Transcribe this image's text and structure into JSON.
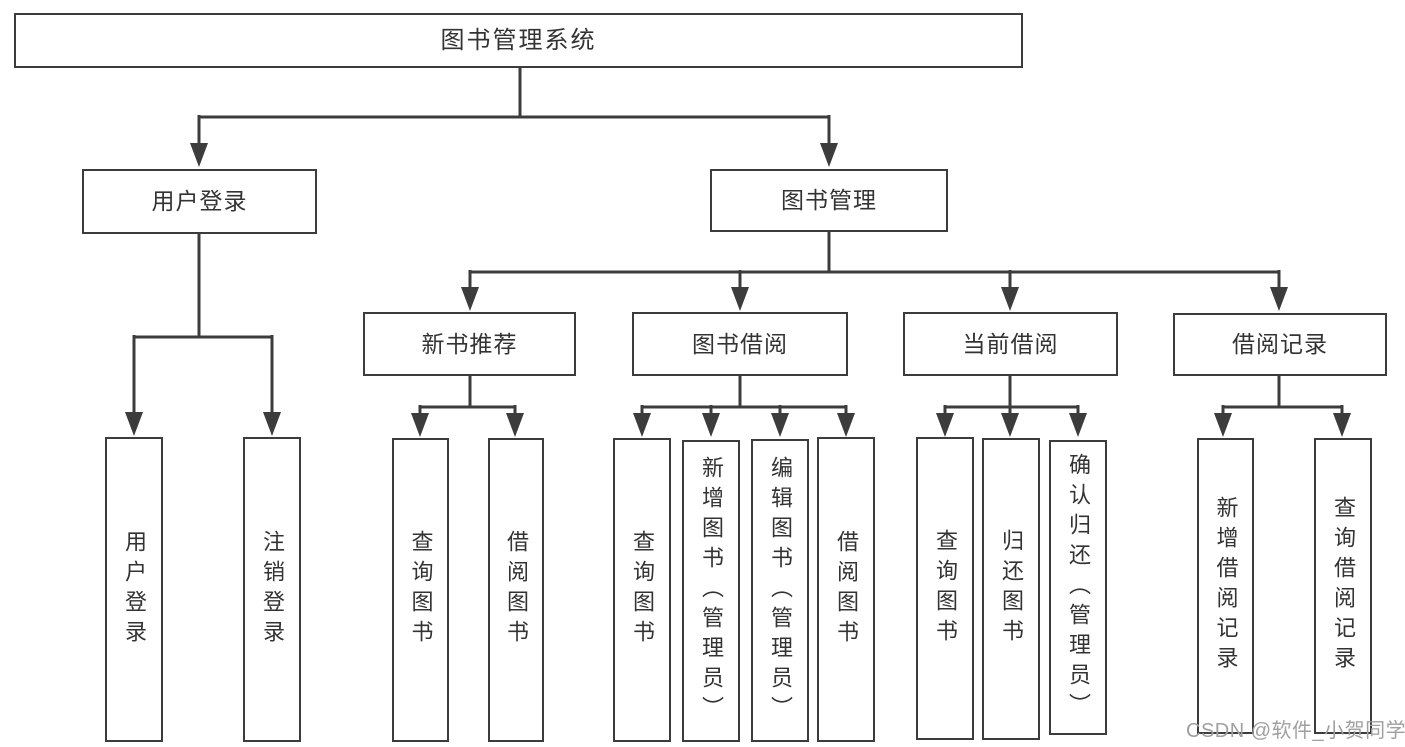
{
  "diagram": {
    "type": "hierarchy-tree",
    "background": "#ffffff",
    "line_color": "#3c3c3c",
    "text_color": "#333333",
    "watermark": {
      "text": "CSDN @软件_小贺同学",
      "color": "#a0a0a0"
    },
    "tree": {
      "label": "图书管理系统",
      "children": [
        {
          "label": "用户登录",
          "children": [
            {
              "label": "用户登录"
            },
            {
              "label": "注销登录"
            }
          ]
        },
        {
          "label": "图书管理",
          "children": [
            {
              "label": "新书推荐",
              "children": [
                {
                  "label": "查询图书"
                },
                {
                  "label": "借阅图书"
                }
              ]
            },
            {
              "label": "图书借阅",
              "children": [
                {
                  "label": "查询图书"
                },
                {
                  "label": "新增图书（管理员）"
                },
                {
                  "label": "编辑图书（管理员）"
                },
                {
                  "label": "借阅图书"
                }
              ]
            },
            {
              "label": "当前借阅",
              "children": [
                {
                  "label": "查询图书"
                },
                {
                  "label": "归还图书"
                },
                {
                  "label": "确认归还（管理员）"
                }
              ]
            },
            {
              "label": "借阅记录",
              "children": [
                {
                  "label": "新增借阅记录"
                },
                {
                  "label": "查询借阅记录"
                }
              ]
            }
          ]
        }
      ]
    }
  }
}
